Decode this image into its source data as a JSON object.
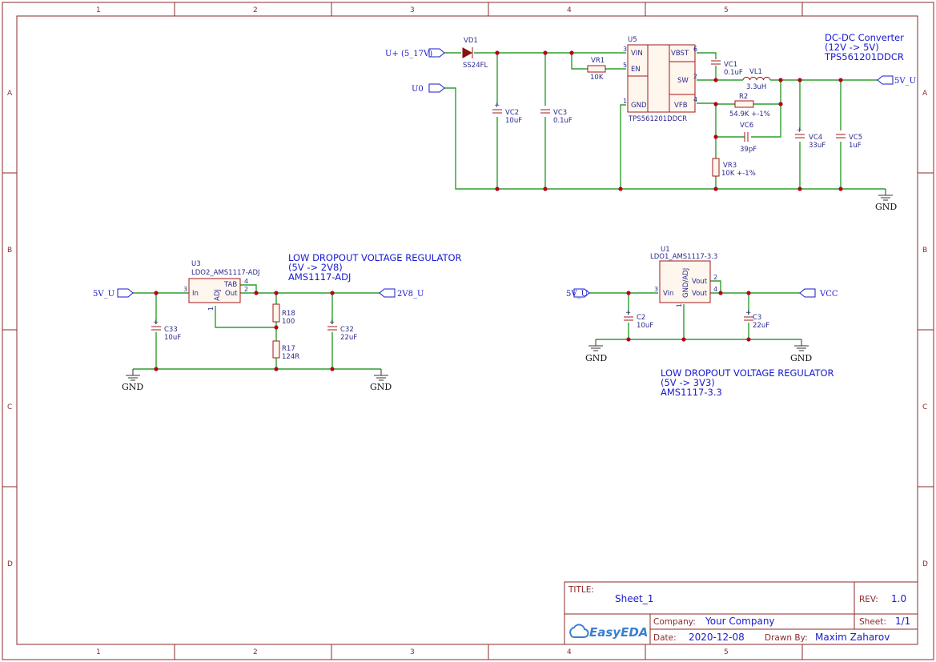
{
  "sheet": {
    "col_labels": [
      "1",
      "2",
      "3",
      "4",
      "5"
    ],
    "row_labels": [
      "A",
      "B",
      "C",
      "D"
    ]
  },
  "dcdc": {
    "title": [
      "DC-DC Converter",
      "(12V -> 5V)",
      "TPS561201DDCR"
    ],
    "in_net": "U+ (5_17V)",
    "gnd_in_net": "U0",
    "out_net": "5V_U",
    "gnd_label": "GND",
    "vd1": {
      "ref": "VD1",
      "value": "SS24FL"
    },
    "vc2": {
      "ref": "VC2",
      "value": "10uF"
    },
    "vc3": {
      "ref": "VC3",
      "value": "0.1uF"
    },
    "vr1": {
      "ref": "VR1",
      "value": "10K"
    },
    "u5": {
      "ref": "U5",
      "part": "TPS561201DDCR",
      "pins": {
        "vin": "VIN",
        "en": "EN",
        "gnd": "GND",
        "vbst": "VBST",
        "sw": "SW",
        "vfb": "VFB"
      },
      "nums": {
        "vin": "3",
        "en": "5",
        "gnd": "1",
        "vbst": "6",
        "sw": "2",
        "vfb": "4"
      }
    },
    "vc1": {
      "ref": "VC1",
      "value": "0.1uF"
    },
    "vl1": {
      "ref": "VL1",
      "value": "3.3uH"
    },
    "r2": {
      "ref": "R2",
      "value": "54.9K +-1%"
    },
    "vc6": {
      "ref": "VC6",
      "value": "39pF"
    },
    "vr3": {
      "ref": "VR3",
      "value": "10K +-1%"
    },
    "vc4": {
      "ref": "VC4",
      "value": "33uF"
    },
    "vc5": {
      "ref": "VC5",
      "value": "1uF"
    }
  },
  "ldo2v8": {
    "title": [
      "LOW DROPOUT VOLTAGE REGULATOR",
      "(5V -> 2V8)",
      "AMS1117-ADJ"
    ],
    "in_net": "5V_U",
    "out_net": "2V8_U",
    "gnd_left": "GND",
    "gnd_right": "GND",
    "u3": {
      "ref": "U3",
      "part": "LDO2_AMS1117-ADJ",
      "pins": {
        "in": "In",
        "out": "Out",
        "tab": "TAB",
        "adj": "ADJ"
      },
      "nums": {
        "in": "3",
        "out": "2",
        "tab": "4",
        "adj": "1"
      }
    },
    "c33": {
      "ref": "C33",
      "value": "10uF"
    },
    "r18": {
      "ref": "R18",
      "value": "100"
    },
    "r17": {
      "ref": "R17",
      "value": "124R"
    },
    "c32": {
      "ref": "C32",
      "value": "22uF"
    }
  },
  "ldo3v3": {
    "title": [
      "LOW DROPOUT VOLTAGE REGULATOR",
      "(5V -> 3V3)",
      "AMS1117-3.3"
    ],
    "in_net": "5V_U",
    "out_net": "VCC",
    "gnd_left": "GND",
    "gnd_right": "GND",
    "u1": {
      "ref": "U1",
      "part": "LDO1_AMS1117-3.3",
      "pins": {
        "vin": "Vin",
        "vout1": "Vout",
        "vout2": "Vout",
        "gnd": "GND/ADJ"
      },
      "nums": {
        "vin": "3",
        "vout1": "2",
        "vout2": "4",
        "gnd": "1"
      }
    },
    "c2": {
      "ref": "C2",
      "value": "10uF"
    },
    "c3": {
      "ref": "C3",
      "value": "22uF"
    }
  },
  "title_block": {
    "title_label": "TITLE:",
    "title_value": "Sheet_1",
    "rev_label": "REV:",
    "rev_value": "1.0",
    "company_label": "Company:",
    "company_value": "Your Company",
    "sheet_label": "Sheet:",
    "sheet_value": "1/1",
    "date_label": "Date:",
    "date_value": "2020-12-08",
    "drawn_label": "Drawn By:",
    "drawn_value": "Maxim Zaharov",
    "logo_text": "EasyEDA"
  }
}
